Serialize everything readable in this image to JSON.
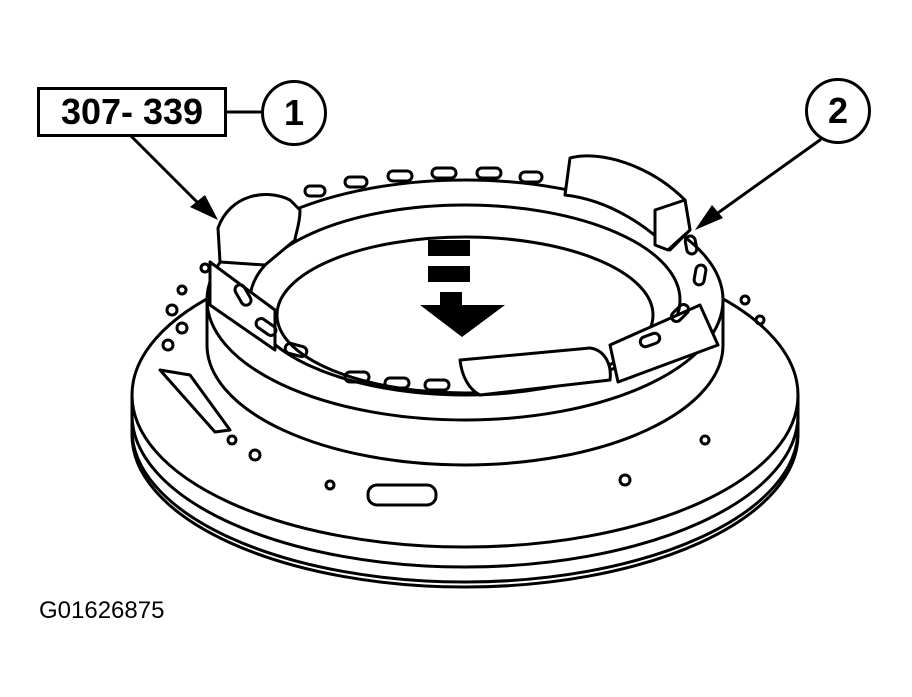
{
  "diagram": {
    "tool_label": "307- 339",
    "callouts": [
      "1",
      "2"
    ],
    "figure_id": "G01626875"
  }
}
